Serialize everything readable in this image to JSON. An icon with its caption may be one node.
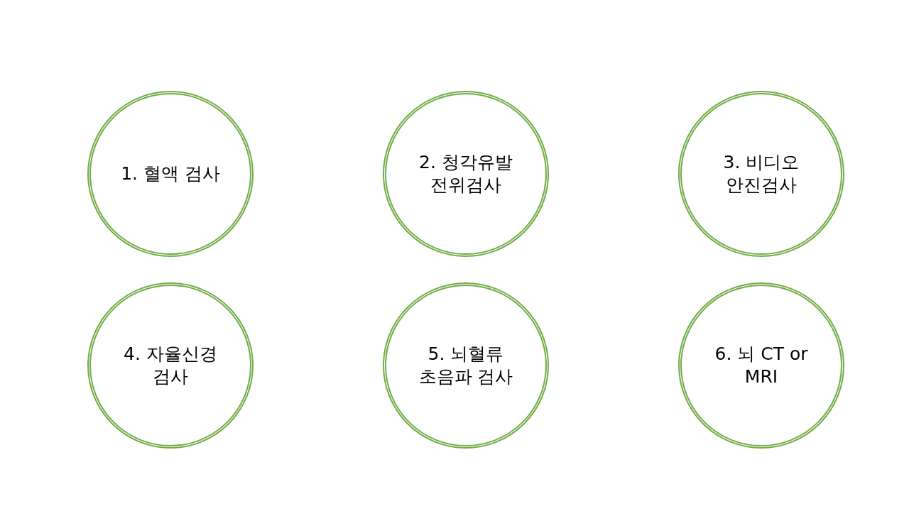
{
  "diagram": {
    "nodes": [
      {
        "text": [
          "1. 혈액 검사"
        ]
      },
      {
        "text": [
          "2. 청각유발 전위검사"
        ]
      },
      {
        "text": [
          "3. 비디오 안진검사"
        ]
      },
      {
        "text": [
          "4. 자율신경 검사"
        ]
      },
      {
        "text": [
          "5. 뇌혈류 초음파 검사"
        ]
      },
      {
        "text": [
          "6. 뇌 CT or MRI"
        ]
      }
    ],
    "edges": []
  }
}
